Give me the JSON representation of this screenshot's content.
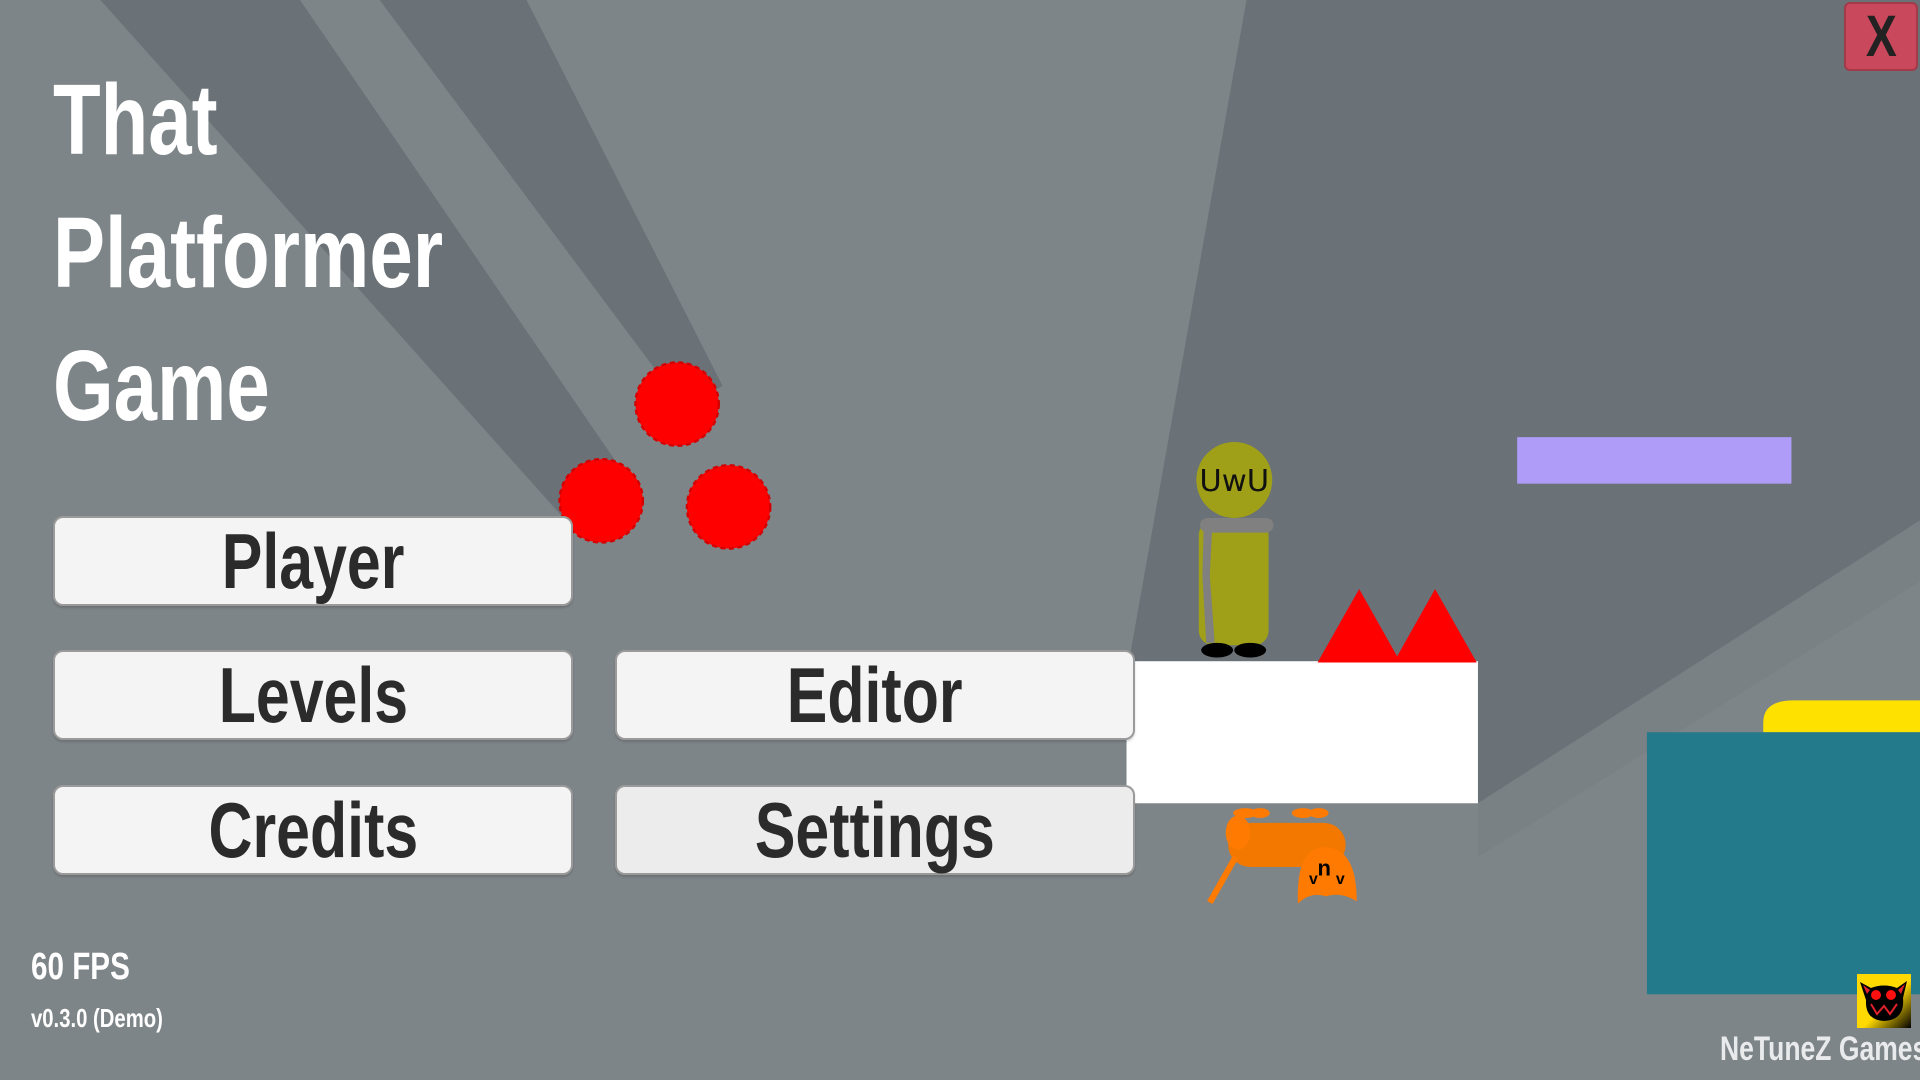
{
  "game": {
    "title_lines": [
      "That",
      "Platformer",
      "Game"
    ],
    "close_label": "X"
  },
  "menu": {
    "player": "Player",
    "levels": "Levels",
    "editor": "Editor",
    "credits": "Credits",
    "settings": "Settings"
  },
  "scene": {
    "character_face": "UwU",
    "creature_face_left": "v",
    "creature_face_mid": "n",
    "creature_face_right": "v"
  },
  "status": {
    "fps": "60 FPS",
    "version": "v0.3.0 (Demo)"
  },
  "studio": {
    "name": "NeTuneZ Games"
  },
  "colors": {
    "background": "#7e8588",
    "shadow": "#6a7177",
    "hazard": "#ff0000",
    "platform": "#ffffff",
    "purple_block": "#ae9cf8",
    "teal_block": "#237a8a",
    "yellow_pad": "#ffe100",
    "character": "#a0a018",
    "creature": "#ff7a00",
    "close_button": "#c9485c"
  }
}
